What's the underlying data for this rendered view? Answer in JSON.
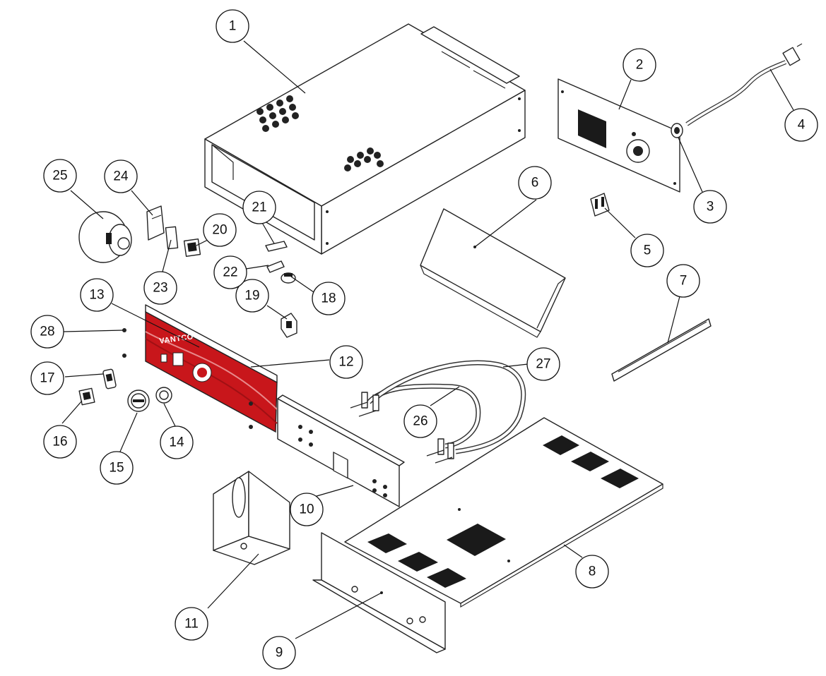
{
  "diagram": {
    "brand": "VANTCO",
    "colors": {
      "panel_red": "#c8161b",
      "line": "#222222"
    },
    "callouts": [
      {
        "id": "1",
        "label": "1"
      },
      {
        "id": "2",
        "label": "2"
      },
      {
        "id": "3",
        "label": "3"
      },
      {
        "id": "4",
        "label": "4"
      },
      {
        "id": "5",
        "label": "5"
      },
      {
        "id": "6",
        "label": "6"
      },
      {
        "id": "7",
        "label": "7"
      },
      {
        "id": "8",
        "label": "8"
      },
      {
        "id": "9",
        "label": "9"
      },
      {
        "id": "10",
        "label": "10"
      },
      {
        "id": "11",
        "label": "11"
      },
      {
        "id": "12",
        "label": "12"
      },
      {
        "id": "13",
        "label": "13"
      },
      {
        "id": "14",
        "label": "14"
      },
      {
        "id": "15",
        "label": "15"
      },
      {
        "id": "16",
        "label": "16"
      },
      {
        "id": "17",
        "label": "17"
      },
      {
        "id": "18",
        "label": "18"
      },
      {
        "id": "19",
        "label": "19"
      },
      {
        "id": "20",
        "label": "20"
      },
      {
        "id": "21",
        "label": "21"
      },
      {
        "id": "22",
        "label": "22"
      },
      {
        "id": "23",
        "label": "23"
      },
      {
        "id": "24",
        "label": "24"
      },
      {
        "id": "25",
        "label": "25"
      },
      {
        "id": "26",
        "label": "26"
      },
      {
        "id": "27",
        "label": "27"
      },
      {
        "id": "28",
        "label": "28"
      }
    ]
  }
}
